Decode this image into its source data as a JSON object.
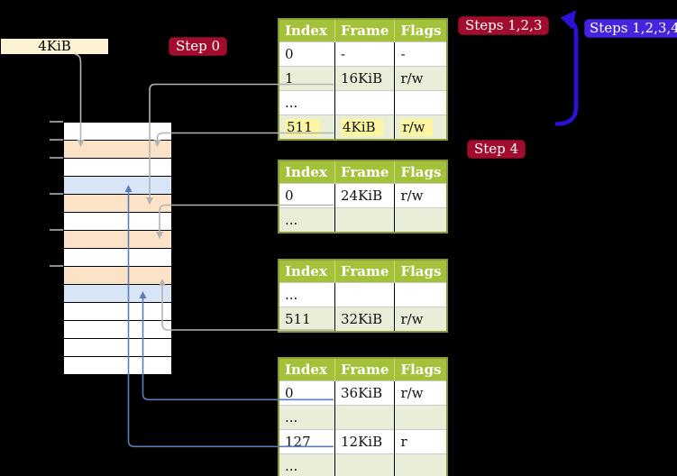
{
  "labels": {
    "page_size": "4KiB"
  },
  "badges": {
    "step0": {
      "label": "Step 0"
    },
    "steps123": {
      "label": "Steps 1,2,3"
    },
    "steps1234": {
      "label": "Steps 1,2,3,4"
    },
    "step4": {
      "label": "Step 4"
    }
  },
  "tables": [
    {
      "name": "page-table-step0",
      "headers": [
        "Index",
        "Frame",
        "Flags"
      ],
      "rows": [
        {
          "cells": [
            "0",
            "-",
            "-"
          ],
          "shaded": false,
          "highlight": false
        },
        {
          "cells": [
            "1",
            "16KiB",
            "r/w"
          ],
          "shaded": true,
          "highlight": false
        },
        {
          "cells": [
            "...",
            "",
            ""
          ],
          "shaded": false,
          "highlight": false
        },
        {
          "cells": [
            "511",
            "4KiB",
            "r/w"
          ],
          "shaded": true,
          "highlight": true
        }
      ]
    },
    {
      "name": "page-table-step4-a",
      "headers": [
        "Index",
        "Frame",
        "Flags"
      ],
      "rows": [
        {
          "cells": [
            "0",
            "24KiB",
            "r/w"
          ],
          "shaded": false,
          "highlight": false
        },
        {
          "cells": [
            "...",
            "",
            ""
          ],
          "shaded": true,
          "highlight": false
        }
      ]
    },
    {
      "name": "page-table-step4-b",
      "headers": [
        "Index",
        "Frame",
        "Flags"
      ],
      "rows": [
        {
          "cells": [
            "...",
            "",
            ""
          ],
          "shaded": false,
          "highlight": false
        },
        {
          "cells": [
            "511",
            "32KiB",
            "r/w"
          ],
          "shaded": true,
          "highlight": false
        }
      ]
    },
    {
      "name": "page-table-step4-c",
      "headers": [
        "Index",
        "Frame",
        "Flags"
      ],
      "rows": [
        {
          "cells": [
            "0",
            "36KiB",
            "r/w"
          ],
          "shaded": false,
          "highlight": false
        },
        {
          "cells": [
            "...",
            "",
            ""
          ],
          "shaded": true,
          "highlight": false
        },
        {
          "cells": [
            "127",
            "12KiB",
            "r"
          ],
          "shaded": false,
          "highlight": false
        },
        {
          "cells": [
            "...",
            "",
            ""
          ],
          "shaded": true,
          "highlight": false
        }
      ]
    }
  ],
  "memory": {
    "rows": [
      "white",
      "orange",
      "white",
      "blue",
      "orange",
      "white",
      "orange",
      "white",
      "orange",
      "blue",
      "white",
      "white",
      "white",
      "white"
    ]
  },
  "colors": {
    "background": "#000000",
    "table_header_bg": "#a3c139",
    "table_border": "#8b9a34",
    "table_row_shaded": "#e8eed7",
    "highlight_yellow": "#fcf6a0",
    "badge_red": "#a30d2d",
    "badge_blue": "#4523df",
    "mem_frame_orange": "#fce3c7",
    "mem_frame_blue": "#d8e5f6",
    "page_size_label_bg": "#fdf3d2",
    "connector_gray": "#b3b3b3",
    "connector_steel_blue": "#5b7cb5",
    "repeat_arrow_blue": "#2c12d8"
  }
}
